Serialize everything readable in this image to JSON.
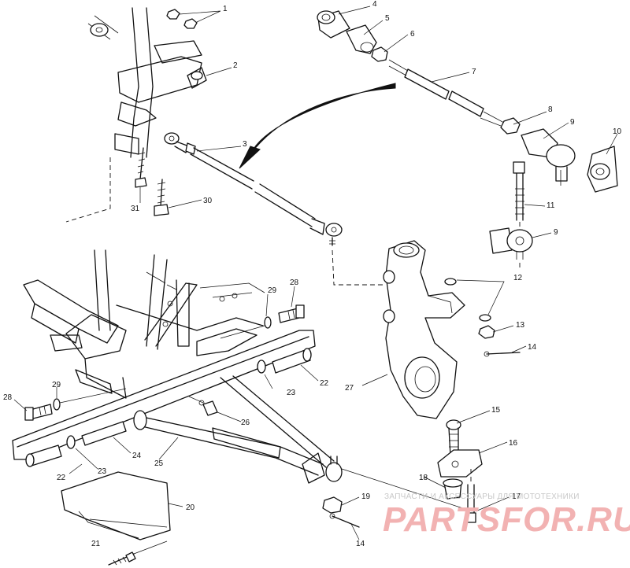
{
  "diagram": {
    "callouts": [
      {
        "id": "1",
        "label": "1"
      },
      {
        "id": "2",
        "label": "2"
      },
      {
        "id": "3",
        "label": "3"
      },
      {
        "id": "4",
        "label": "4"
      },
      {
        "id": "5",
        "label": "5"
      },
      {
        "id": "6",
        "label": "6"
      },
      {
        "id": "7",
        "label": "7"
      },
      {
        "id": "8",
        "label": "8"
      },
      {
        "id": "9a",
        "label": "9"
      },
      {
        "id": "10",
        "label": "10"
      },
      {
        "id": "11",
        "label": "11"
      },
      {
        "id": "9b",
        "label": "9"
      },
      {
        "id": "12",
        "label": "12"
      },
      {
        "id": "13",
        "label": "13"
      },
      {
        "id": "14a",
        "label": "14"
      },
      {
        "id": "15",
        "label": "15"
      },
      {
        "id": "16",
        "label": "16"
      },
      {
        "id": "17",
        "label": "17"
      },
      {
        "id": "18",
        "label": "18"
      },
      {
        "id": "19",
        "label": "19"
      },
      {
        "id": "14b",
        "label": "14"
      },
      {
        "id": "20",
        "label": "20"
      },
      {
        "id": "21",
        "label": "21"
      },
      {
        "id": "22a",
        "label": "22"
      },
      {
        "id": "23a",
        "label": "23"
      },
      {
        "id": "24",
        "label": "24"
      },
      {
        "id": "25",
        "label": "25"
      },
      {
        "id": "26a",
        "label": "26"
      },
      {
        "id": "29a",
        "label": "29"
      },
      {
        "id": "28a",
        "label": "28"
      },
      {
        "id": "23b",
        "label": "23"
      },
      {
        "id": "22b",
        "label": "22"
      },
      {
        "id": "27",
        "label": "27"
      },
      {
        "id": "29b",
        "label": "29"
      },
      {
        "id": "28b",
        "label": "28"
      },
      {
        "id": "31",
        "label": "31"
      },
      {
        "id": "30",
        "label": "30"
      }
    ]
  },
  "watermark": {
    "caption": "ЗАПЧАСТИ И АКСЕССУАРЫ ДЛЯ МОТОТЕХНИКИ",
    "logo": "PARTSFOR.RU"
  }
}
